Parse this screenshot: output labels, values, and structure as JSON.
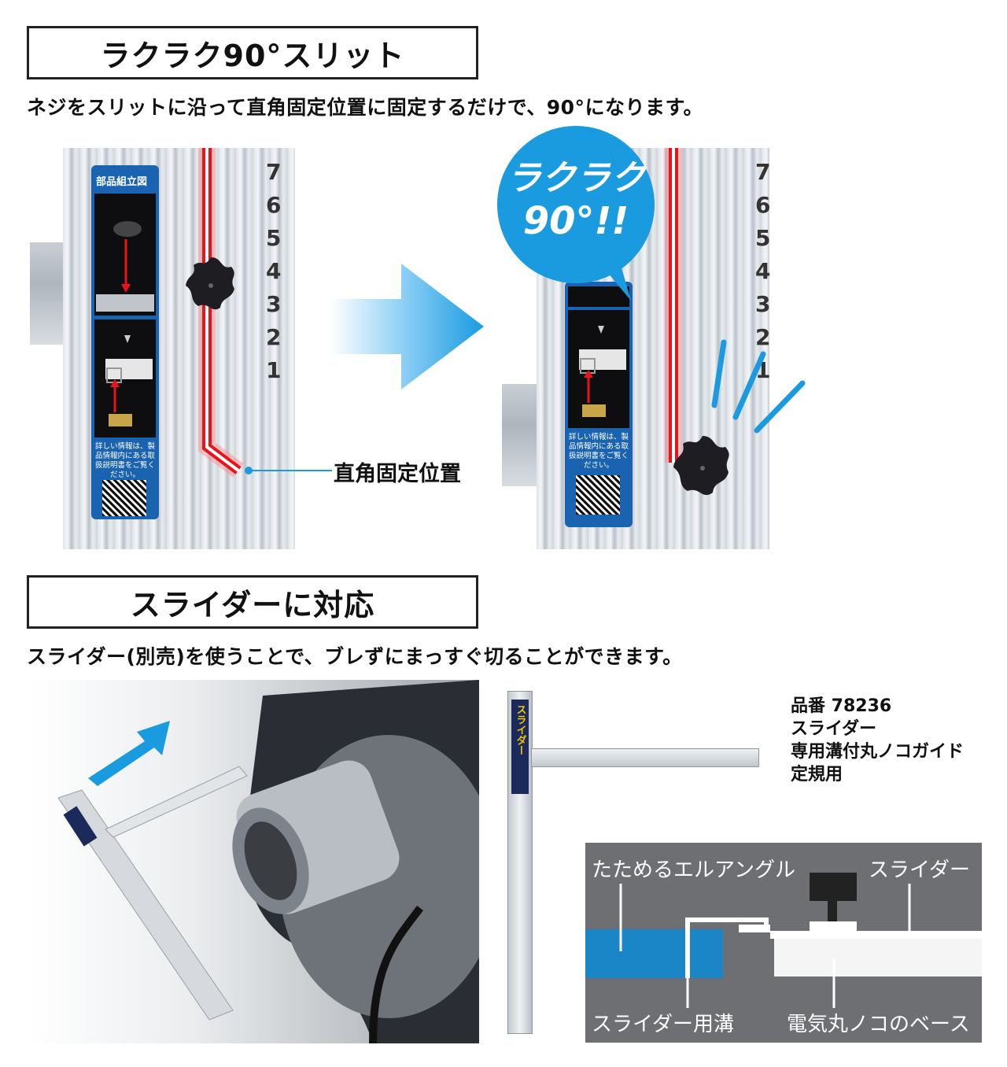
{
  "section1": {
    "title": "ラクラク90°スリット",
    "description": "ネジをスリットに沿って直角固定位置に固定するだけで、90°になります。",
    "scale_numbers": [
      "7",
      "6",
      "5",
      "4",
      "3",
      "2",
      "1"
    ],
    "card_header": "部品組立図",
    "card_note": "詳しい情報は、製品情報内にある取扱説明書をご覧ください。",
    "callout_label": "直角固定位置",
    "bubble_line1": "ラクラク",
    "bubble_line2": "90°!!"
  },
  "section2": {
    "title": "スライダーに対応",
    "description": "スライダー(別売)を使うことで、ブレずにまっすぐ切ることができます。",
    "product_sticker": "スライダー",
    "spec": {
      "line1": "品番 78236",
      "line2": "スライダー",
      "line3": "専用溝付丸ノコガイド",
      "line4": "定規用"
    },
    "diagram": {
      "label_angle": "たためるエルアングル",
      "label_slider": "スライダー",
      "label_groove": "スライダー用溝",
      "label_base": "電気丸ノコのベース"
    }
  },
  "colors": {
    "accent_blue": "#1a9be0",
    "card_blue": "#1a63b0",
    "red_line": "#e8141c",
    "diagram_bg": "#6d6f72",
    "diagram_blue": "#1a86c8"
  }
}
